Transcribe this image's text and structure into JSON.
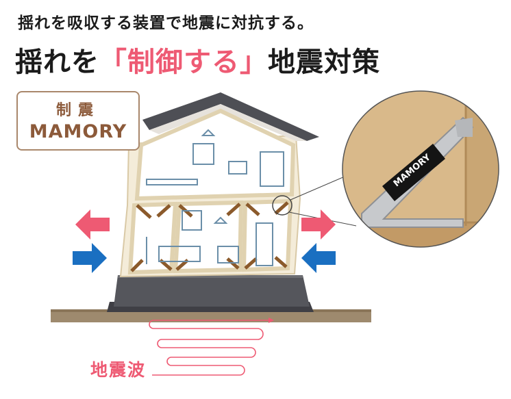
{
  "header": {
    "subtitle": "揺れを吸収する装置で地震に対抗する。",
    "headline_pre": "揺れを",
    "headline_accent": "「制御する」",
    "headline_post": "地震対策"
  },
  "badge": {
    "line1": "制震",
    "line2": "MAMORY"
  },
  "device": {
    "brand_text": "MAMORY"
  },
  "ground": {
    "wave_label": "地震波"
  },
  "colors": {
    "accent_pink": "#ee5a73",
    "arrow_blue": "#1a6fc1",
    "badge_brown": "#8c5a3a",
    "soil": "#9e8a6e"
  }
}
